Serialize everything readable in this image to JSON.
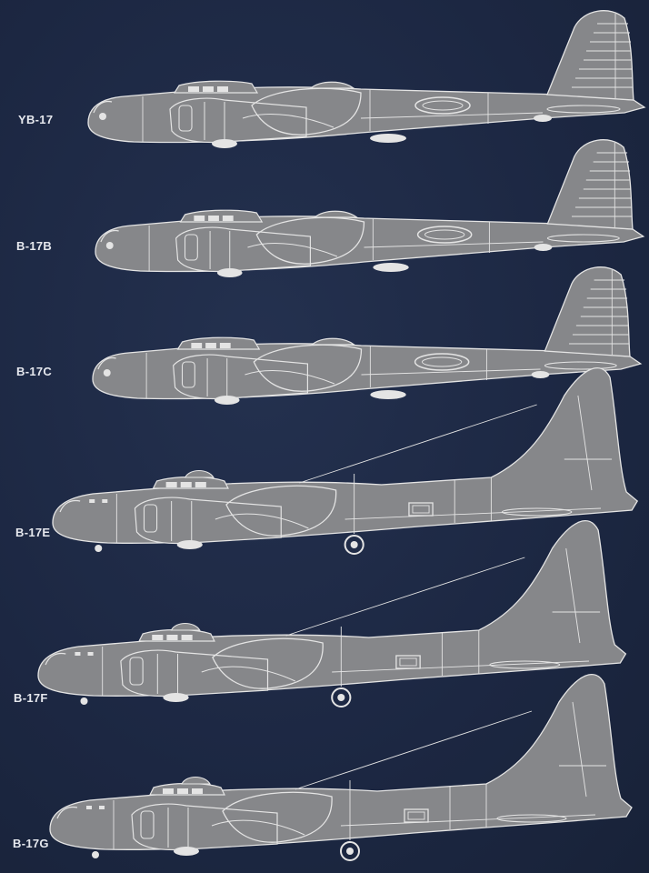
{
  "variants": [
    {
      "label": "YB-17"
    },
    {
      "label": "B-17B"
    },
    {
      "label": "B-17C"
    },
    {
      "label": "B-17E"
    },
    {
      "label": "B-17F"
    },
    {
      "label": "B-17G"
    }
  ],
  "colors": {
    "background": "#1f2b47",
    "aircraft_fill": "#86878a",
    "panel_lines": "#e4e4e4",
    "label_text": "#e6e8ee"
  }
}
